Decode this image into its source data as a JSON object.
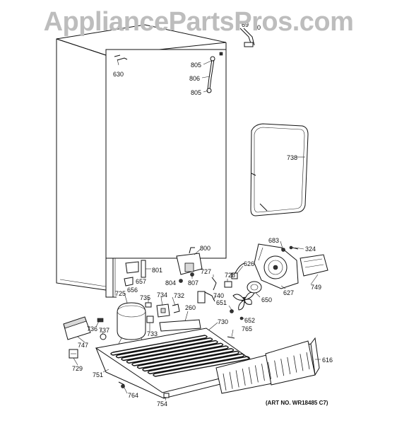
{
  "watermark": "AppliancePartsPros.com",
  "art_no": "(ART NO. WR18485 C7)",
  "parts": {
    "p69": "69",
    "p70": "70",
    "p630": "630",
    "p805a": "805",
    "p806": "806",
    "p805b": "805",
    "p738": "738",
    "p683": "683",
    "p324": "324",
    "p800": "800",
    "p626": "626",
    "p801": "801",
    "p657": "657",
    "p656": "656",
    "p804": "804",
    "p807": "807",
    "p727": "727",
    "p728": "728",
    "p740": "740",
    "p627": "627",
    "p749": "749",
    "p725": "725",
    "p735": "735",
    "p734": "734",
    "p732": "732",
    "p260": "260",
    "p651": "651",
    "p650": "650",
    "p652": "652",
    "p730": "730",
    "p765": "765",
    "p736": "736",
    "p737": "737",
    "p733": "733",
    "p747": "747",
    "p729": "729",
    "p751": "751",
    "p616": "616",
    "p764": "764",
    "p754": "754"
  }
}
